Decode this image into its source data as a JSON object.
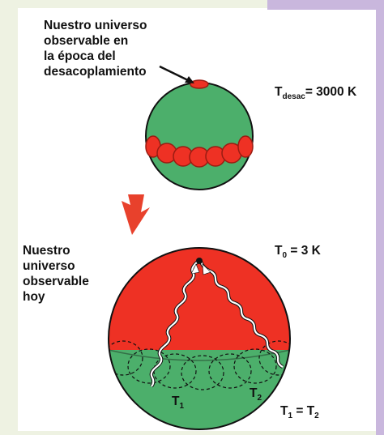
{
  "top_label": {
    "line1": "Nuestro universo",
    "line2": "observable en",
    "line3": "la época del",
    "line4": "desacoplamiento"
  },
  "t_desac": {
    "symbol": "T",
    "subscript": "desac",
    "value": "= 3000 K"
  },
  "bottom_label": {
    "line1": "Nuestro",
    "line2": "universo",
    "line3": "observable",
    "line4": "hoy"
  },
  "t0": {
    "symbol": "T",
    "subscript": "0",
    "value": "= 3 K"
  },
  "t1": {
    "symbol": "T",
    "subscript": "1"
  },
  "t2": {
    "symbol": "T",
    "subscript": "2"
  },
  "equality": {
    "left": "T",
    "left_sub": "1",
    "mid": " = T",
    "right_sub": "2"
  },
  "colors": {
    "green": "#4caf6b",
    "red": "#ee3124",
    "dark_red": "#9a1c12",
    "arrow": "#e8412c"
  }
}
